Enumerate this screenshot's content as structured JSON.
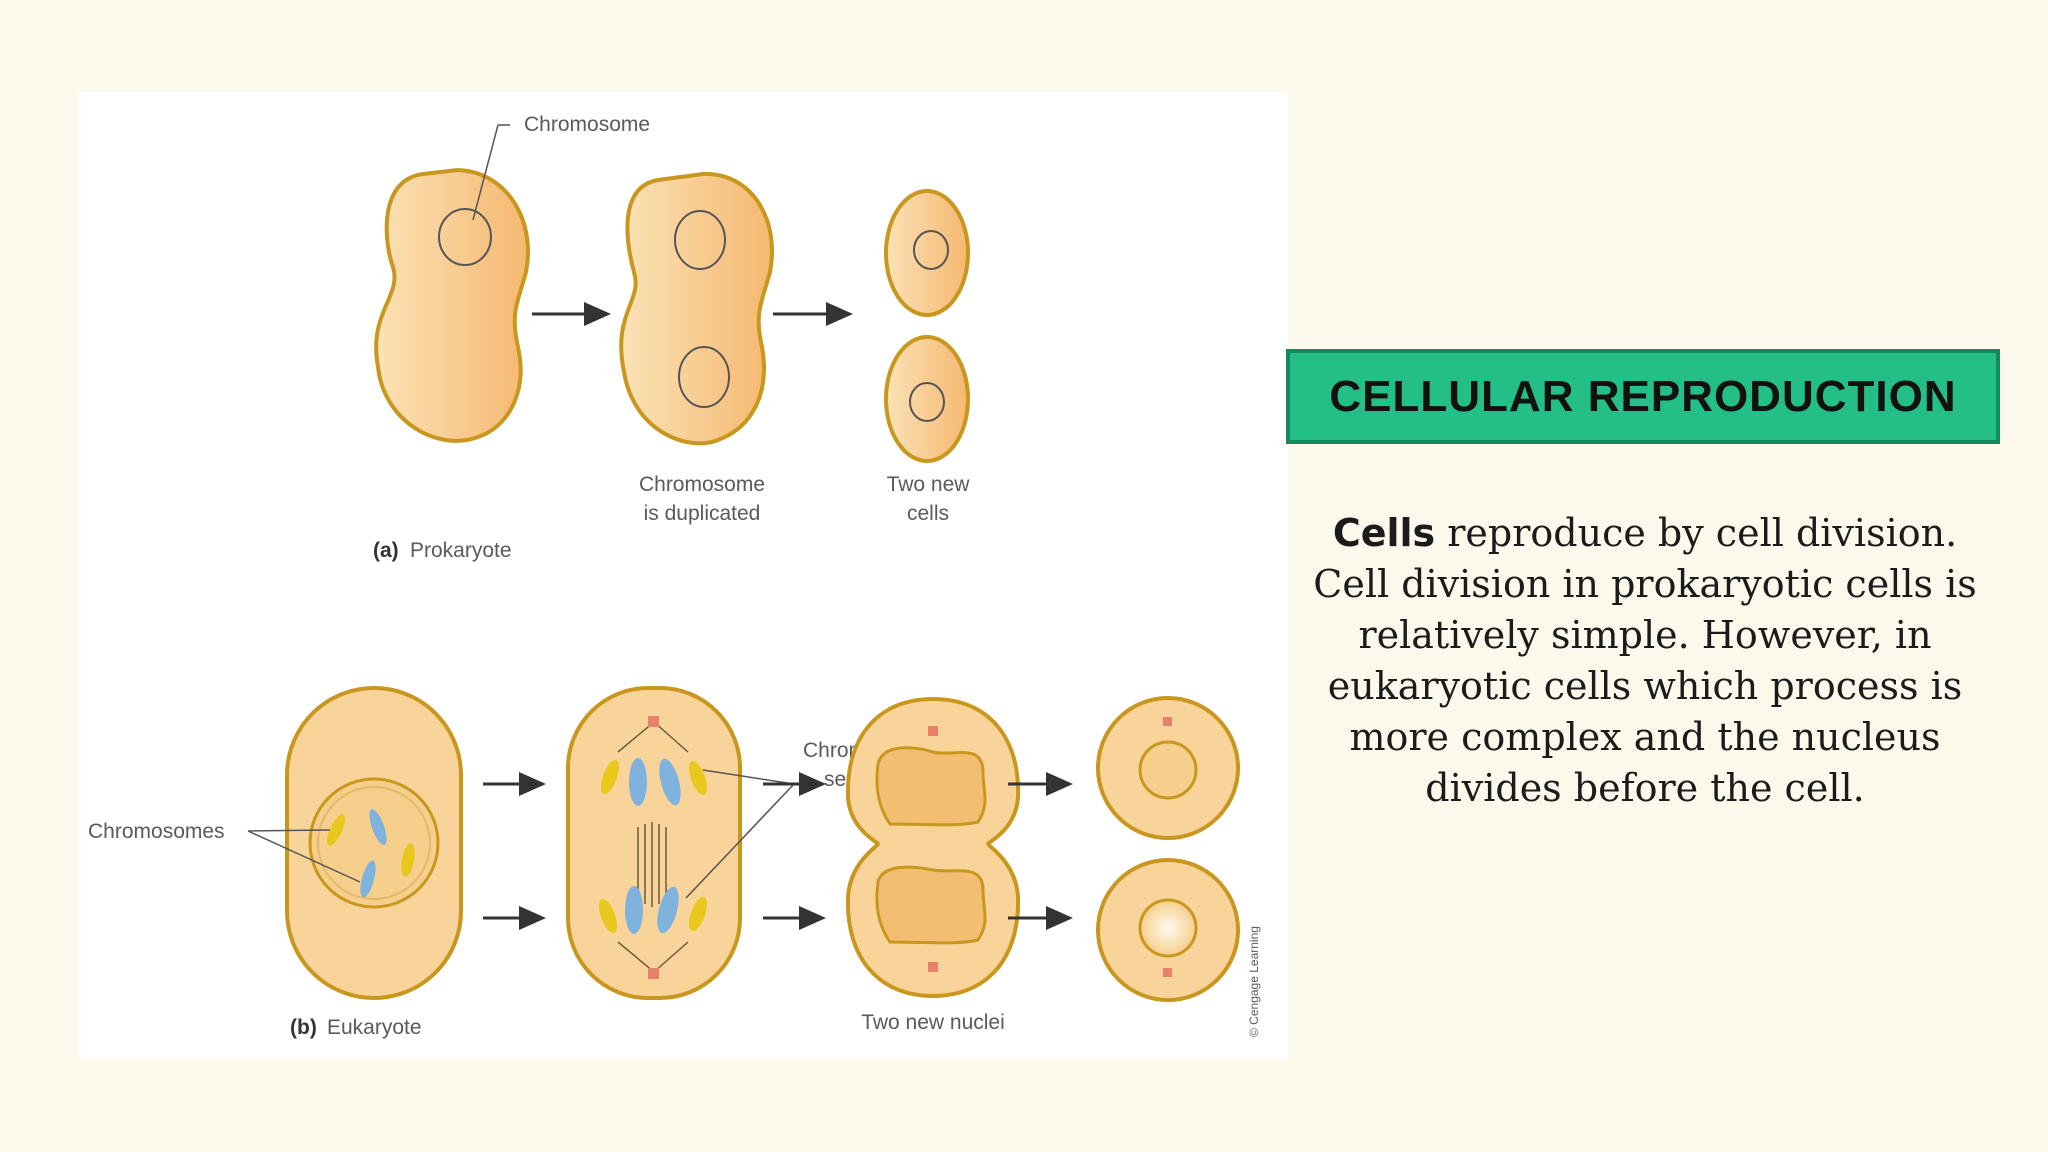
{
  "title": "CELLULAR REPRODUCTION",
  "body": {
    "bold_word": "Cells",
    "rest": " reproduce by cell division. Cell division in prokaryotic cells is relatively simple. However, in eukaryotic cells which process is more complex and the nucleus divides before the cell."
  },
  "figure": {
    "prokaryote": {
      "chromosome_label": "Chromosome",
      "duplicated_label_1": "Chromosome",
      "duplicated_label_2": "is duplicated",
      "two_cells_label_1": "Two new",
      "two_cells_label_2": "cells",
      "panel_tag": "(a)",
      "panel_name": "Prokaryote"
    },
    "eukaryote": {
      "chromosomes_label": "Chromosomes",
      "separating_label_1": "Chromosomes",
      "separating_label_2": "separating",
      "nuclei_label": "Two new nuclei",
      "panel_tag": "(b)",
      "panel_name": "Eukaryote",
      "credit": "© Cengage Learning"
    }
  },
  "colors": {
    "background": "#fcf8ec",
    "title_fill": "#23bf87",
    "title_border": "#168a5f",
    "cell_fill": "#f8d49a",
    "cell_outline": "#c9961e",
    "blue_chromosome": "#7fb2dd",
    "yellow_chromosome": "#e8c81c"
  }
}
